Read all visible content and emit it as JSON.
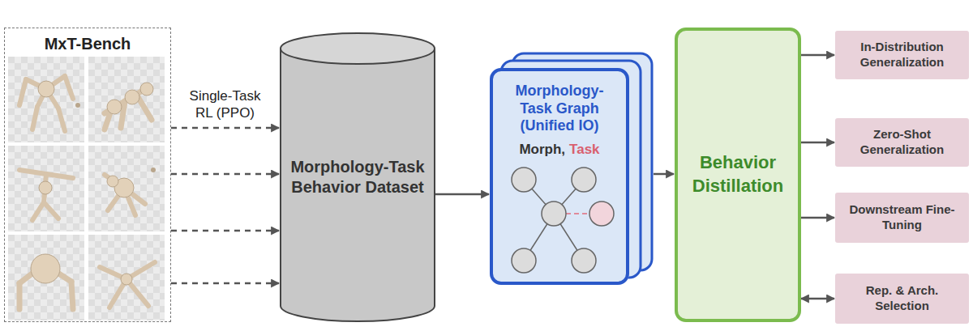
{
  "diagram": {
    "nodes": [
      {
        "text": [
          "MxT-Bench"
        ]
      },
      {
        "text": [
          "Morphology-Task Behavior Dataset"
        ]
      },
      {
        "text": [
          "Morphology-Task Graph (Unified IO)",
          "Morph,",
          "Task"
        ]
      },
      {
        "text": [
          "Behavior Distillation"
        ]
      },
      {
        "text": [
          "In-Distribution Generalization"
        ]
      },
      {
        "text": [
          "Zero-Shot Generalization"
        ]
      },
      {
        "text": [
          "Downstream Fine-Tuning"
        ]
      },
      {
        "text": [
          "Rep. & Arch. Selection"
        ]
      }
    ],
    "edges": [
      {
        "from": 0,
        "to": 1,
        "arrow": "to",
        "label": "Single-Task RL (PPO)"
      },
      {
        "from": 0,
        "to": 1,
        "arrow": "to"
      },
      {
        "from": 0,
        "to": 1,
        "arrow": "to"
      },
      {
        "from": 0,
        "to": 1,
        "arrow": "to"
      },
      {
        "from": 1,
        "to": 2,
        "arrow": "to"
      },
      {
        "from": 2,
        "to": 3,
        "arrow": "to"
      },
      {
        "from": 3,
        "to": 4,
        "arrow": "to"
      },
      {
        "from": 3,
        "to": 5,
        "arrow": "to"
      },
      {
        "from": 3,
        "to": 6,
        "arrow": "to"
      },
      {
        "from": 3,
        "to": 7,
        "arrow": "both"
      }
    ]
  }
}
